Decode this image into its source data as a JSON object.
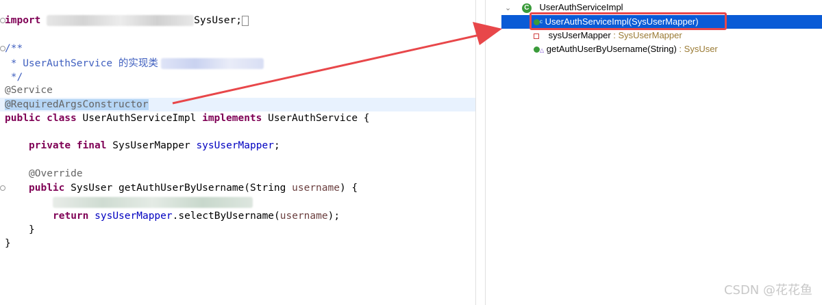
{
  "editor": {
    "lines": {
      "import_kw": "import",
      "import_tail": "SysUser;",
      "doc_open": "/**",
      "doc_text": " * UserAuthService 的实现类",
      "doc_close": " */",
      "ann_service": "@Service",
      "ann_required": "@RequiredArgsConstructor",
      "class_kw": "public class",
      "class_name": " UserAuthServiceImpl ",
      "implements_kw": "implements",
      "iface": " UserAuthService {",
      "field_kw": "private final",
      "field_type": " SysUserMapper ",
      "field_name": "sysUserMapper",
      "semi": ";",
      "override": "@Override",
      "method_kw": "public",
      "method_sig": " SysUser getAuthUserByUsername(String ",
      "param": "username",
      "method_end": ") {",
      "return_kw": "return",
      "return_field": "sysUserMapper",
      "return_call": ".selectByUsername(",
      "return_param": "username",
      "return_end": ");",
      "close_method": "}",
      "close_class": "}"
    }
  },
  "outline": {
    "class_name": "UserAuthServiceImpl",
    "items": [
      {
        "label": "UserAuthServiceImpl(SysUserMapper)",
        "type": ""
      },
      {
        "label": "sysUserMapper",
        "type": " : SysUserMapper"
      },
      {
        "label": "getAuthUserByUsername(String)",
        "type": " : SysUser"
      }
    ]
  },
  "watermark": "CSDN @花花鱼",
  "colors": {
    "selection": "#0a5bd6",
    "annotation_red": "#e8474a"
  }
}
